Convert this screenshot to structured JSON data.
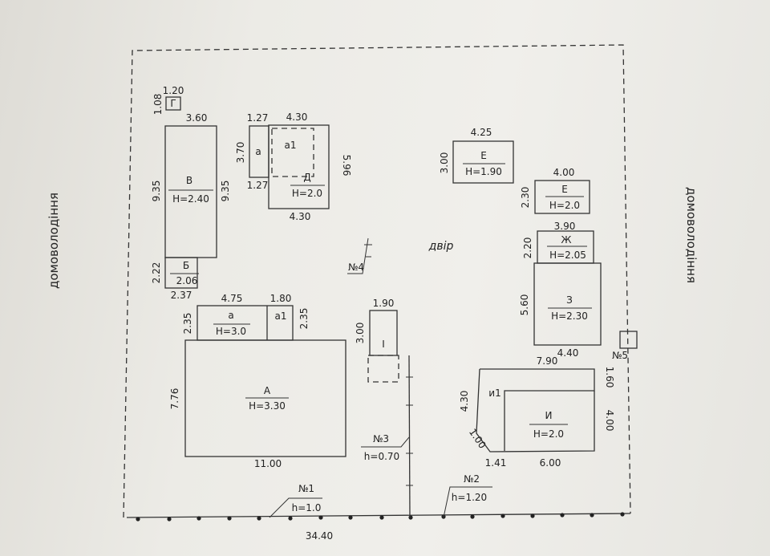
{
  "side_left": "домоволодіння",
  "side_right": "домоволодіння",
  "yard": "двір",
  "bottom_total": "34.40",
  "buildings": {
    "G": {
      "name": "Г",
      "w": "1.20",
      "h": "1.08"
    },
    "V": {
      "name": "В",
      "height": "H=2.40",
      "w": "3.60",
      "h_left": "9.35",
      "h_right": "9.35"
    },
    "B": {
      "name": "Б",
      "height": "2.06",
      "w": "2.37",
      "h": "2.22"
    },
    "D": {
      "name": "Д",
      "height": "H=2.0",
      "w_top": "4.30",
      "w_bottom": "4.30",
      "h": "5.96",
      "sub_a": "a",
      "sub_a1": "a1",
      "a_w_top": "1.27",
      "a_w_bottom": "1.27",
      "a_h": "3.70"
    },
    "E1": {
      "name": "Е",
      "height": "H=1.90",
      "w": "4.25",
      "h": "3.00"
    },
    "E2": {
      "name": "Е",
      "height": "H=2.0",
      "w": "4.00",
      "h": "2.30"
    },
    "ZH": {
      "name": "Ж",
      "height": "H=2.05",
      "w": "3.90",
      "h": "2.20"
    },
    "Z": {
      "name": "З",
      "height": "H=2.30",
      "w": "4.40",
      "h": "5.60"
    },
    "A": {
      "name": "А",
      "height": "H=3.30",
      "w": "11.00",
      "h": "7.76",
      "sub_a": "a",
      "sub_a_height": "H=3.0",
      "sub_a1": "a1",
      "sub_a_w": "4.75",
      "sub_a1_w": "1.80",
      "sub_h_left": "2.35",
      "sub_h_right": "2.35"
    },
    "I": {
      "name": "І",
      "w": "1.90",
      "h": "3.00"
    },
    "Y": {
      "name": "И",
      "height": "H=2.0",
      "sub": "и1",
      "w_top": "7.90",
      "w_bottom": "6.00",
      "w_left_bottom": "1.41",
      "h_left": "4.30",
      "h_right_top": "1.60",
      "h_right": "4.00",
      "diag": "1.00"
    }
  },
  "fences": {
    "n1": {
      "num": "№1",
      "height": "h=1.0"
    },
    "n2": {
      "num": "№2",
      "height": "h=1.20"
    },
    "n3": {
      "num": "№3",
      "height": "h=0.70"
    },
    "n4": {
      "num": "№4"
    },
    "n5": {
      "num": "№5"
    }
  }
}
